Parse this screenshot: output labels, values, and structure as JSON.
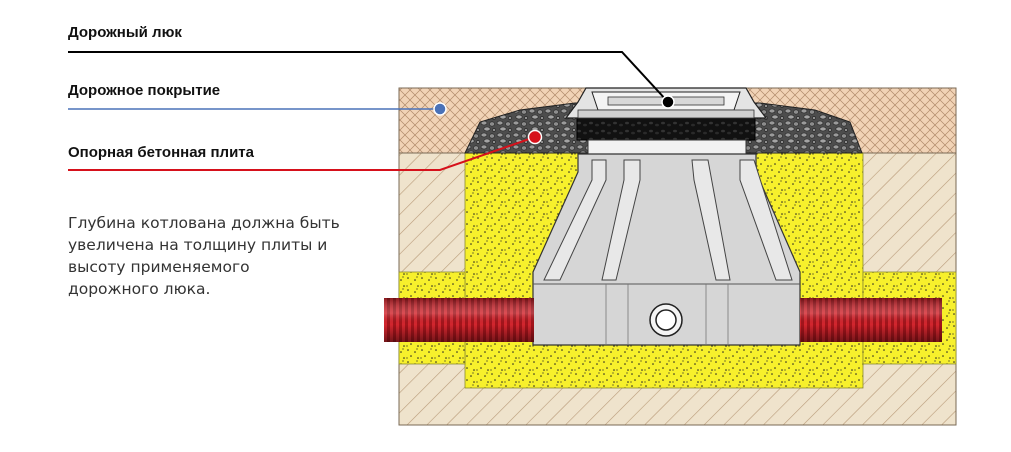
{
  "labels": {
    "manhole": "Дорожный люк",
    "road_surface": "Дорожное покрытие",
    "concrete_slab": "Опорная бетонная плита"
  },
  "description": [
    "Глубина котлована должна быть",
    "увеличена на толщину плиты и",
    "высоту применяемого",
    "дорожного люка."
  ],
  "colors": {
    "manhole_line": "#000000",
    "road_line": "#4a72b8",
    "slab_line": "#d6111b",
    "soil": "#efe2c8",
    "asphalt_fill": "#eecfb4",
    "sand": "#f6ef2a",
    "gravel": "#555555",
    "pipe": "#b8171f",
    "well": "#dcdcdc"
  }
}
